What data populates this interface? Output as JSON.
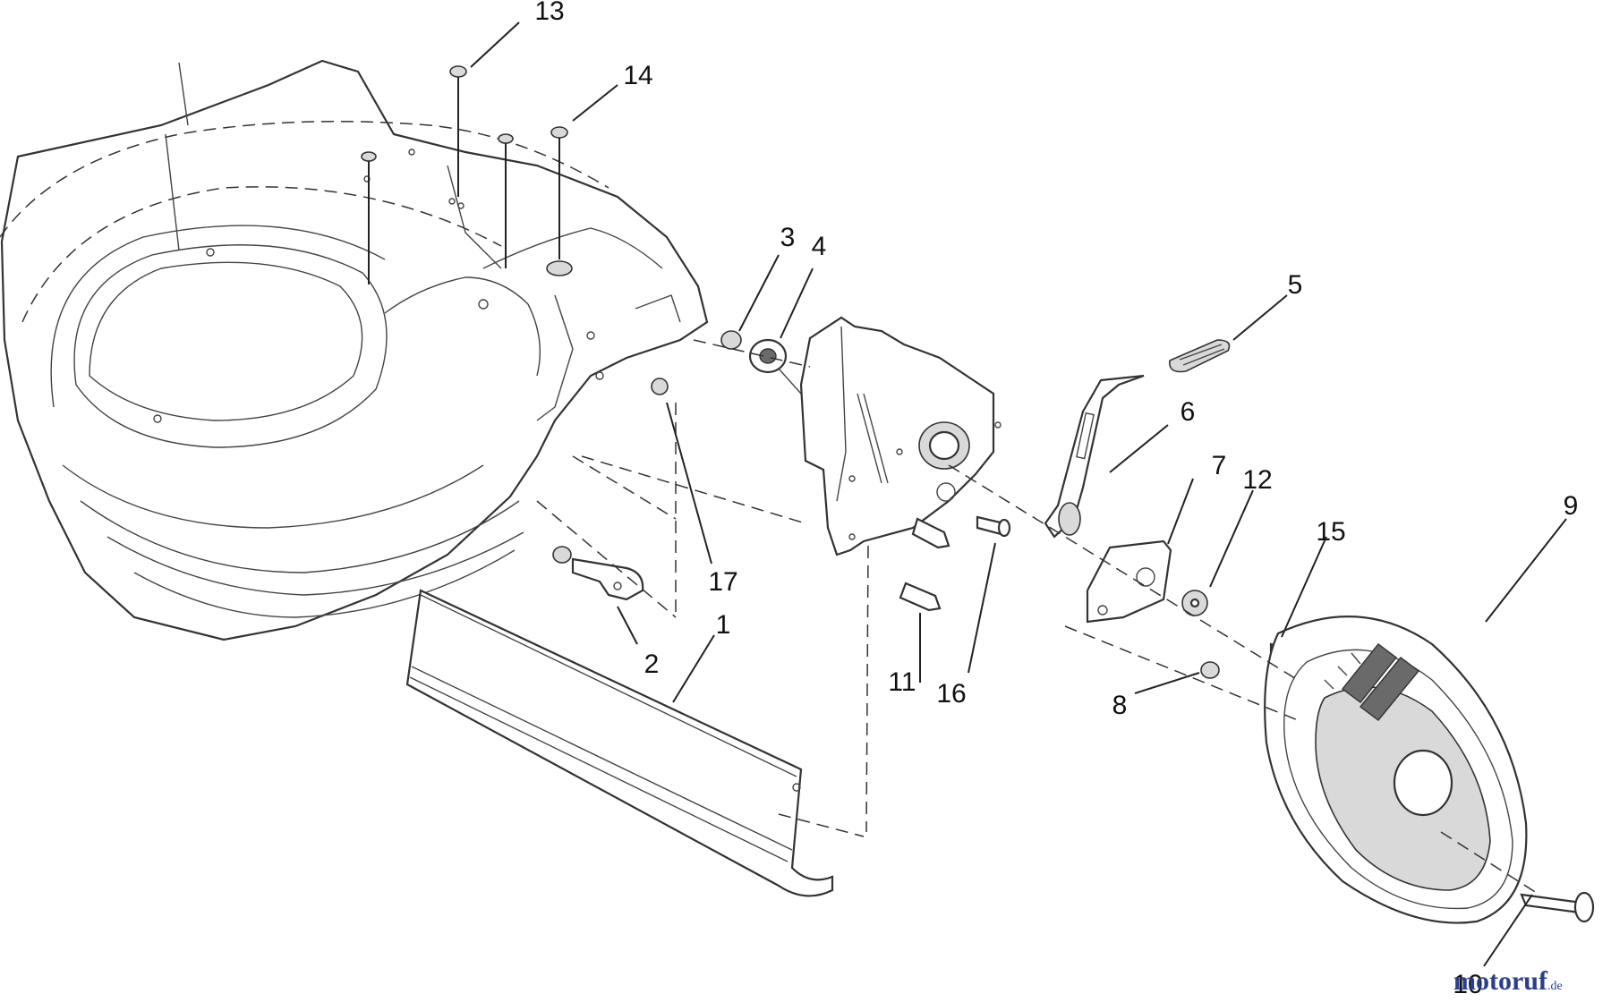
{
  "callouts": [
    "1",
    "2",
    "3",
    "4",
    "5",
    "6",
    "7",
    "8",
    "9",
    "10",
    "11",
    "12",
    "13",
    "14",
    "15",
    "16",
    "17"
  ],
  "watermark": {
    "brand": "motoruf",
    "suffix": ".de"
  },
  "colors": {
    "line": "#222222",
    "watermark": "#2a3f8a"
  }
}
